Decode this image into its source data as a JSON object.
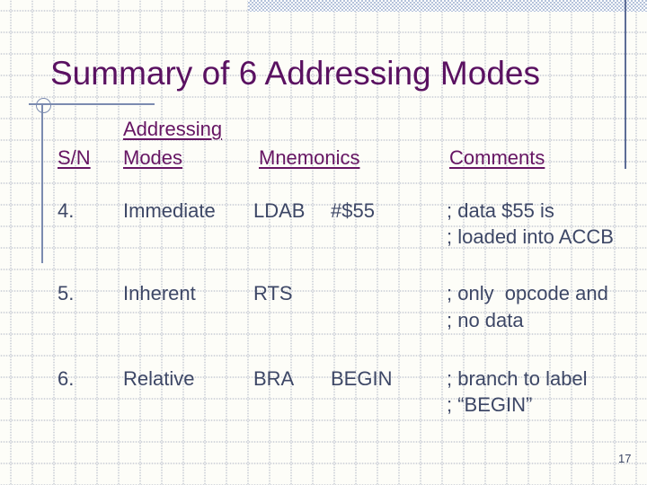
{
  "slide": {
    "title": "Summary of 6 Addressing Modes",
    "page_number": "17",
    "colors": {
      "title_purple": "#5a1161",
      "header_purple": "#661563",
      "body_slate": "#3d4766",
      "accent_line_blue": "#7b8bb0",
      "right_line_blue": "#5d6d96",
      "checker_bar_blue": "#b5c3db"
    },
    "table": {
      "header": {
        "sn": "S/N",
        "mode_line1": "Addressing",
        "mode_line2": "Modes",
        "mnemonics": "Mnemonics",
        "comments": "Comments"
      },
      "rows": [
        {
          "sn": "4.",
          "mode": "Immediate",
          "mnemonic": "LDAB",
          "operand": "#$55",
          "comments": [
            "; data $55 is",
            "; loaded into ACCB"
          ]
        },
        {
          "sn": "5.",
          "mode": "Inherent",
          "mnemonic": "RTS",
          "operand": "",
          "comments": [
            "; only  opcode and",
            "; no data"
          ]
        },
        {
          "sn": "6.",
          "mode": "Relative",
          "mnemonic": "BRA",
          "operand": "BEGIN",
          "comments": [
            "; branch to label",
            "; “BEGIN”"
          ]
        }
      ]
    }
  }
}
